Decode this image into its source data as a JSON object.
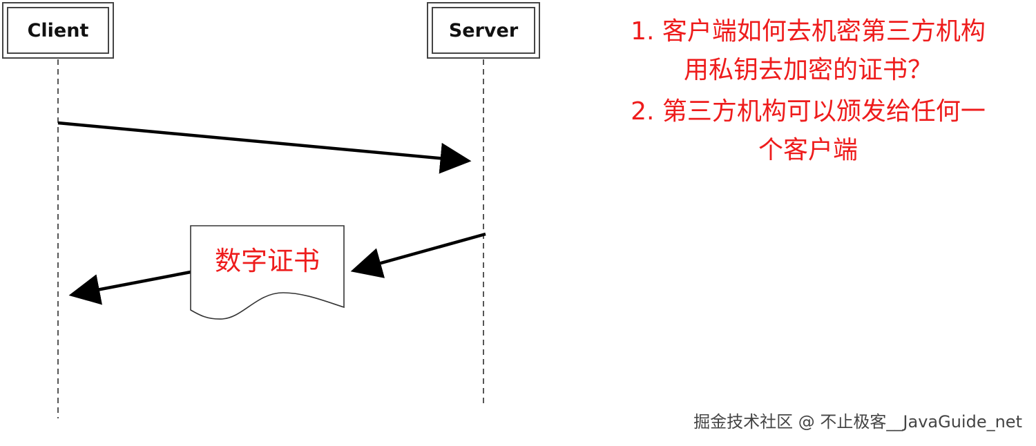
{
  "actors": {
    "client": "Client",
    "server": "Server"
  },
  "document": {
    "label": "数字证书"
  },
  "notes": {
    "line1": "1. 客户端如何去机密第三方机构",
    "line2": "用私钥去加密的证书？",
    "line3": "2. 第三方机构可以颁发给任何一",
    "line4": "个客户端"
  },
  "watermark": "掘金技术社区 @ 不止极客__JavaGuide_net",
  "colors": {
    "note_text": "#ee1c1c",
    "lines": "#000000",
    "lifeline": "#555555"
  }
}
